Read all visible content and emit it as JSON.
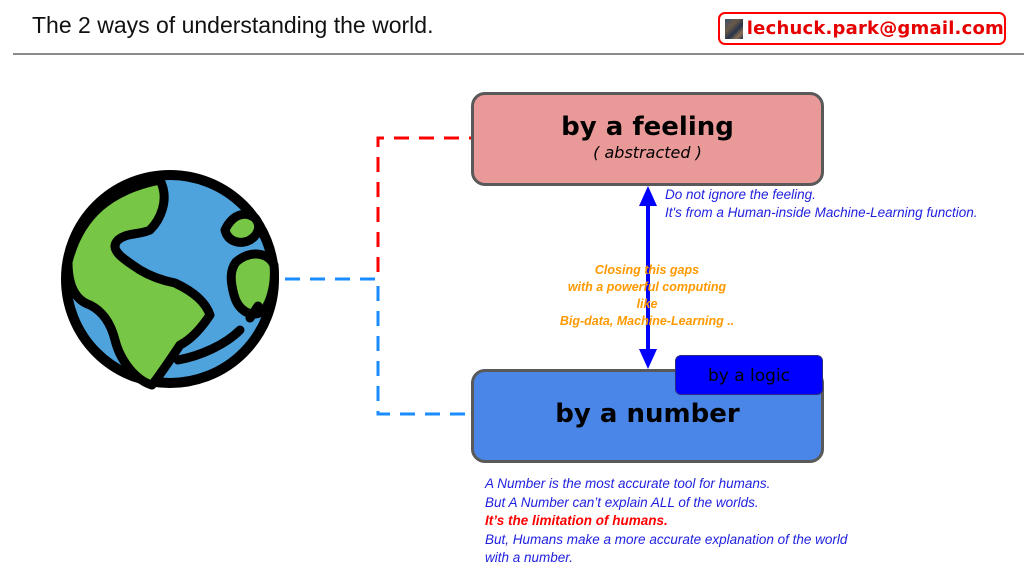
{
  "header": {
    "title": "The 2 ways of understanding the world.",
    "email": "lechuck.park@gmail.com",
    "email_color": "#e60000",
    "avatar_icon": "profile-photo-icon"
  },
  "globe": {
    "icon": "globe-icon",
    "ocean_color": "#4fa3dc",
    "land_color": "#77c645"
  },
  "feeling_box": {
    "title": "by a feeling",
    "subtitle": "( abstracted )",
    "fill": "#ea9999",
    "connector_color": "#ff0000"
  },
  "number_box": {
    "title": "by a number",
    "tag": "by a logic",
    "fill": "#4a86e8",
    "tag_fill": "#0000ff",
    "connector_color": "#1a8cff"
  },
  "arrow": {
    "color": "#0000ff",
    "direction": "bidirectional"
  },
  "feeling_note": [
    "Do not ignore the feeling.",
    "It's from a Human-inside Machine-Learning function."
  ],
  "gap_note": [
    "Closing this gaps",
    "with a powerful computing",
    "like",
    "Big-data, Machine-Learning .."
  ],
  "number_note": {
    "line1": "A Number is the most accurate tool for humans.",
    "line2": "But A Number can’t explain ALL of the worlds.",
    "line3_highlight": "It’s the limitation of humans.",
    "line4": "But, Humans make a more accurate explanation of the world",
    "line5": "with a number."
  }
}
